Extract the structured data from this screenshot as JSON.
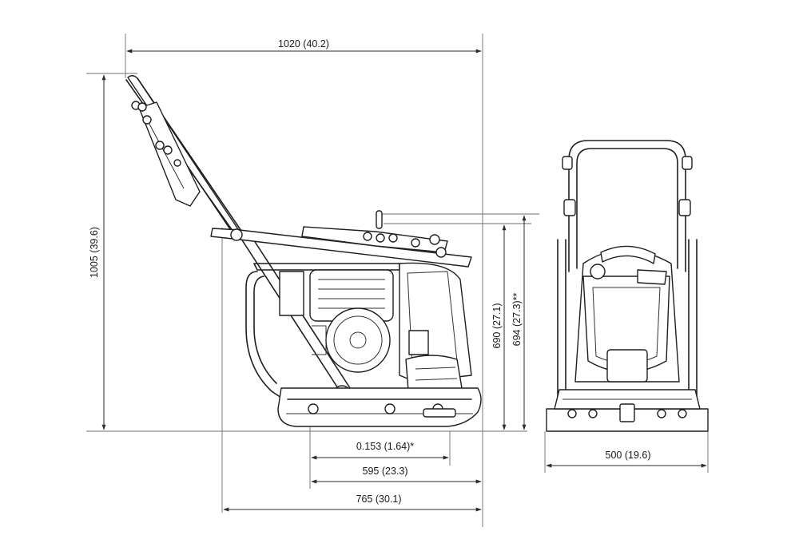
{
  "dimensions": {
    "overall_length": "1020 (40.2)",
    "overall_height": "1005 (39.6)",
    "height_690": "690 (27.1)",
    "height_694": "694 (27.3)**",
    "dim_0153": "0.153 (1.64)*",
    "plate_length": "595 (23.3)",
    "body_length": "765 (30.1)",
    "plate_width": "500 (19.6)"
  }
}
